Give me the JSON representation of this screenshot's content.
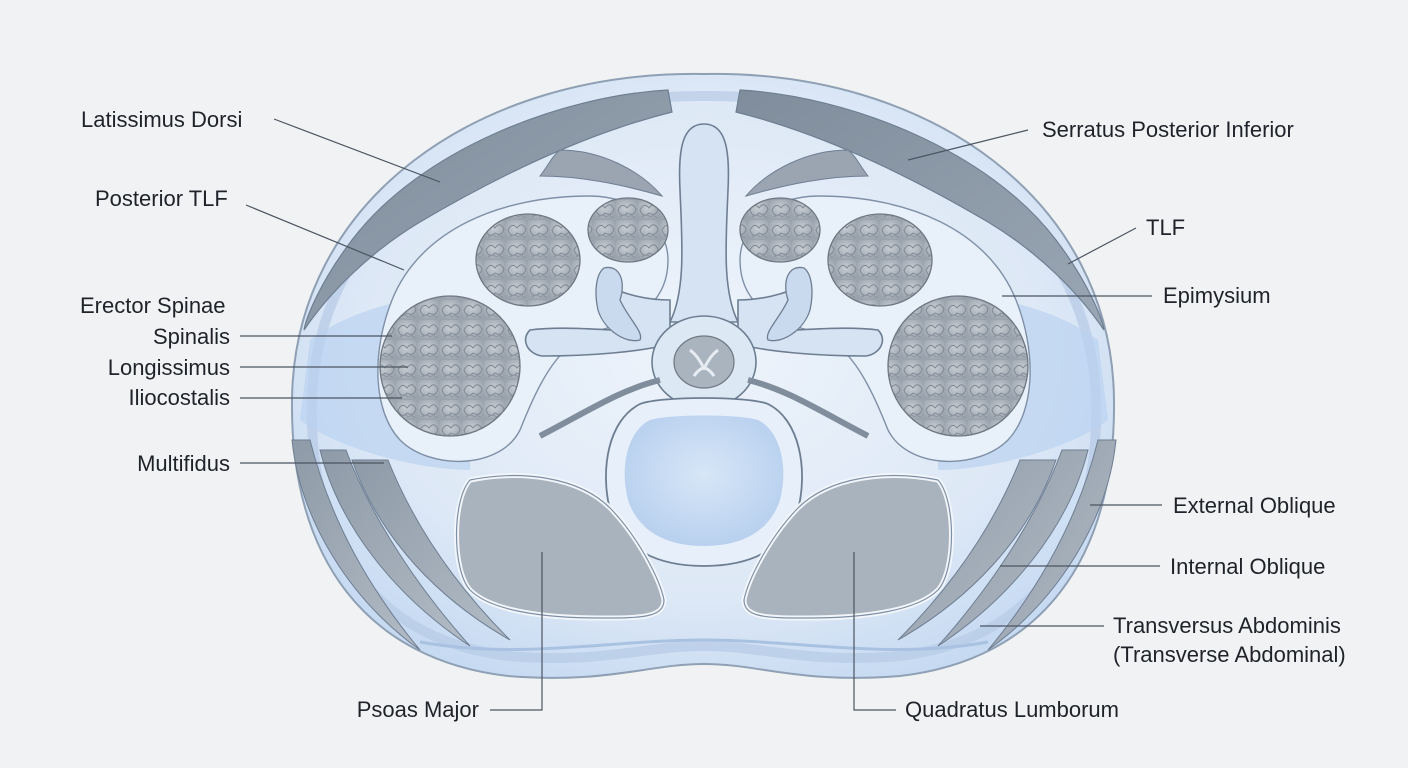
{
  "labels": {
    "latissimus_dorsi": "Latissimus Dorsi",
    "posterior_tlf": "Posterior TLF",
    "erector_spinae": "Erector Spinae",
    "spinalis": "Spinalis",
    "longissimus": "Longissimus",
    "iliocostalis": "Iliocostalis",
    "multifidus": "Multifidus",
    "psoas_major": "Psoas Major",
    "serratus_posterior_inferior": "Serratus Posterior Inferior",
    "tlf": "TLF",
    "epimysium": "Epimysium",
    "external_oblique": "External Oblique",
    "internal_oblique": "Internal Oblique",
    "transversus_abdominis_1": "Transversus Abdominis",
    "transversus_abdominis_2": "(Transverse Abdominal)",
    "quadratus_lumborum": "Quadratus Lumborum"
  },
  "colors": {
    "background": "#f1f2f3",
    "fascia_light": "#e6effa",
    "fascia_mid": "#c8dcf3",
    "fascia_deep": "#a9c7ee",
    "muscle_slate": "#8794a3",
    "organ_slate": "#a9b3bd",
    "bone": "#d6e3f3",
    "cord": "#aab4bf",
    "outline": "#6e7e92",
    "label_text": "#1f2329"
  }
}
